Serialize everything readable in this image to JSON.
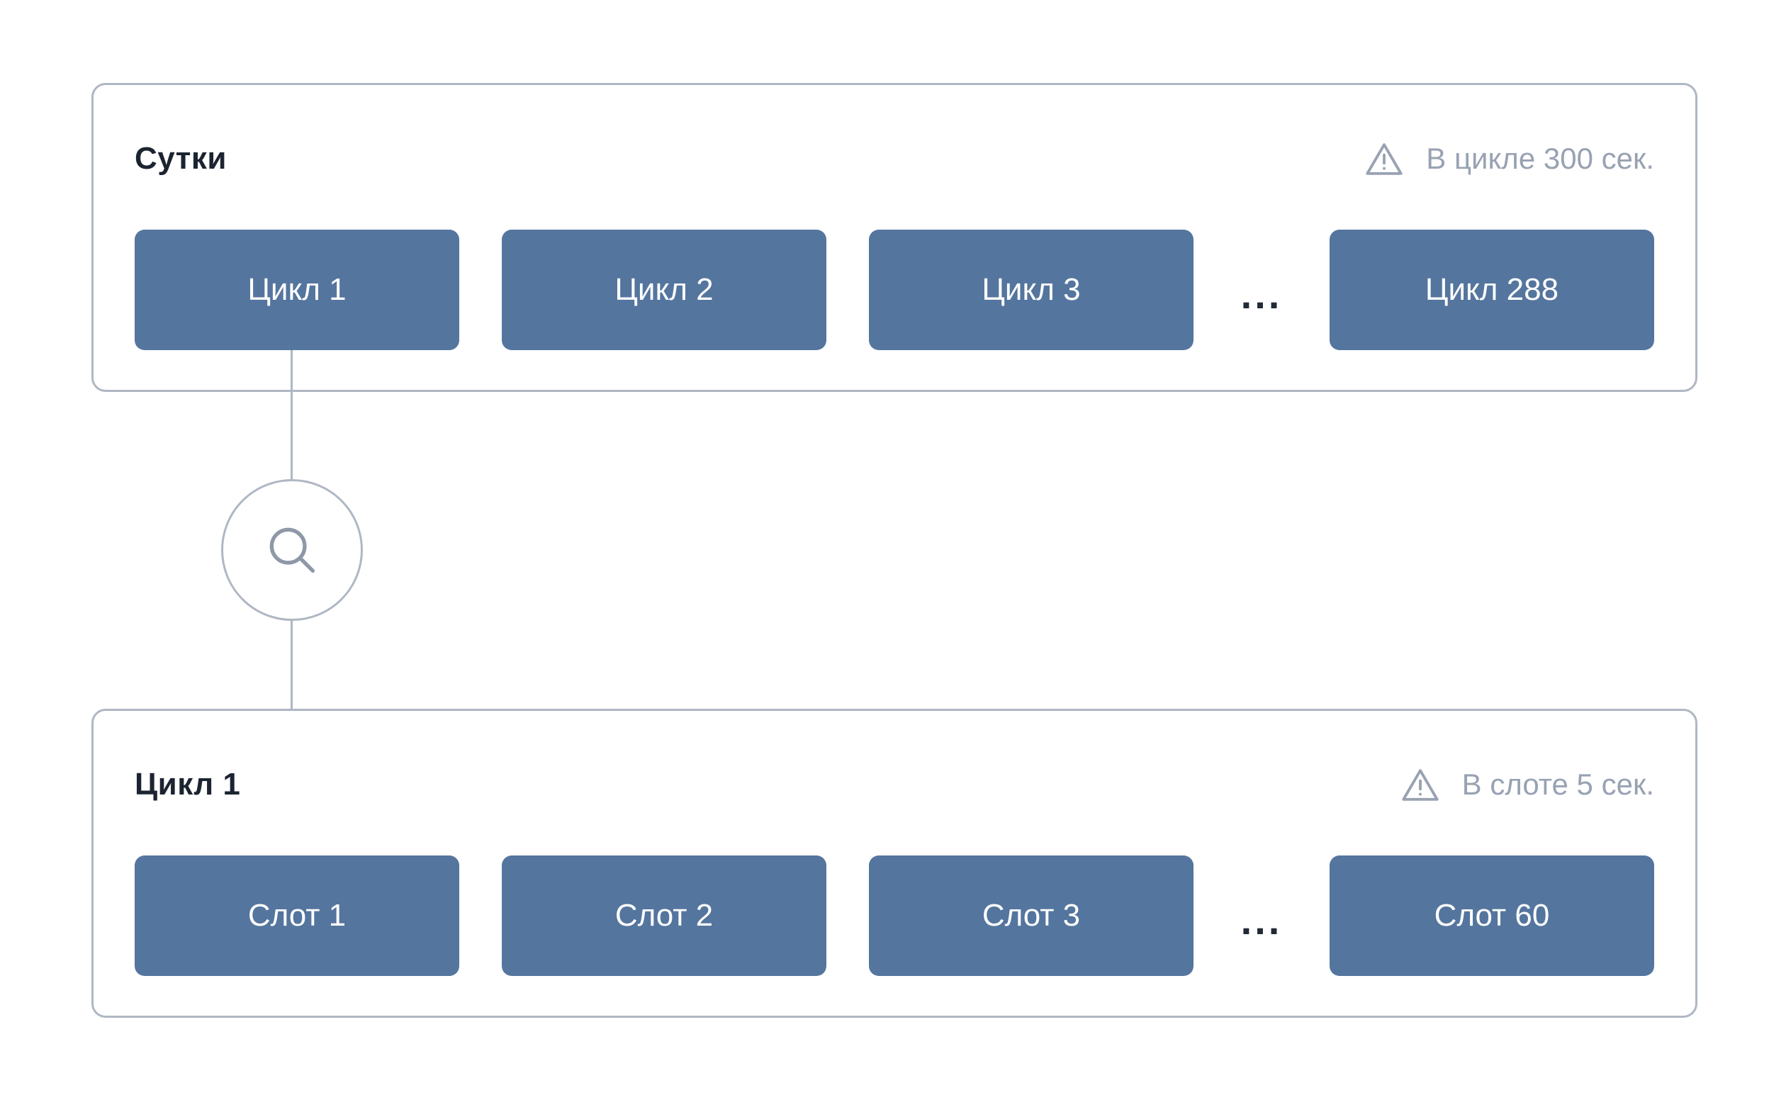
{
  "colors": {
    "block_bg": "#54759E",
    "panel_border": "#AFB7C3",
    "muted": "#98A2B2",
    "title_color": "#1C2431",
    "line": "#AFB7C3",
    "ellipsis_color": "#222A36"
  },
  "icons": {
    "panel_note": "warning-icon",
    "connector": "magnifier-icon"
  },
  "panels": [
    {
      "title": "Сутки",
      "note": "В цикле 300 сек.",
      "blocks": [
        "Цикл 1",
        "Цикл 2",
        "Цикл 3",
        "Цикл 288"
      ],
      "ellipsis": "..."
    },
    {
      "title": "Цикл 1",
      "note": "В слоте 5 сек.",
      "blocks": [
        "Слот 1",
        "Слот 2",
        "Слот 3",
        "Слот 60"
      ],
      "ellipsis": "..."
    }
  ]
}
